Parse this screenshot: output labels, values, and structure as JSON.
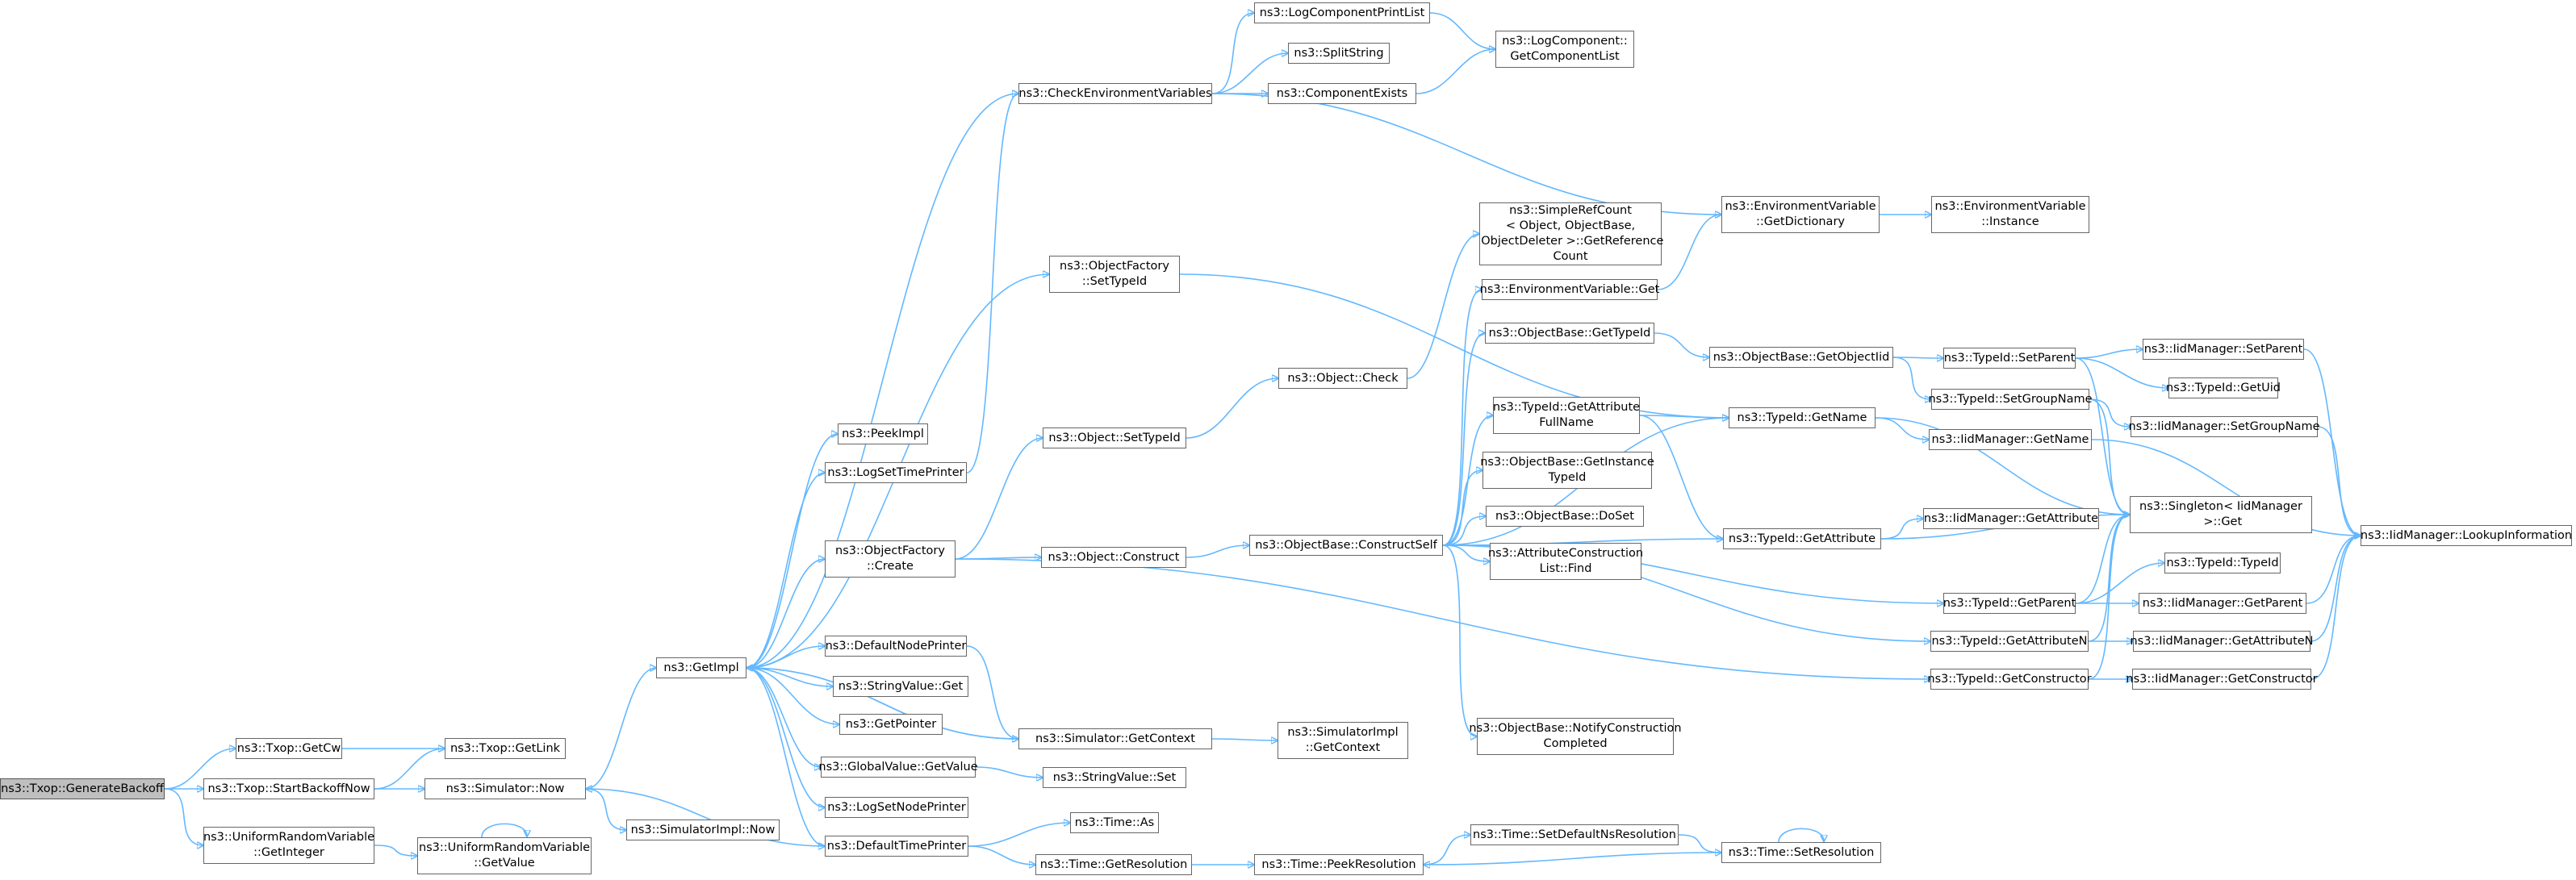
{
  "graph": {
    "edge_color": "#63b8ff",
    "node_border_color": "#666666",
    "root_fill": "#bfbfbf",
    "nodes": {
      "generate_backoff": "ns3::Txop::GenerateBackoff",
      "get_cw": "ns3::Txop::GetCw",
      "start_backoff_now": "ns3::Txop::StartBackoffNow",
      "urv_get_integer": "ns3::UniformRandomVariable\n::GetInteger",
      "get_link": "ns3::Txop::GetLink",
      "simulator_now": "ns3::Simulator::Now",
      "urv_get_value": "ns3::UniformRandomVariable\n::GetValue",
      "get_impl": "ns3::GetImpl",
      "simulatorimpl_now": "ns3::SimulatorImpl::Now",
      "peek_impl": "ns3::PeekImpl",
      "log_set_time_printer": "ns3::LogSetTimePrinter",
      "object_factory_create": "ns3::ObjectFactory\n::Create",
      "default_node_printer": "ns3::DefaultNodePrinter",
      "string_value_get": "ns3::StringValue::Get",
      "get_pointer": "ns3::GetPointer",
      "global_value_get_value": "ns3::GlobalValue::GetValue",
      "log_set_node_printer": "ns3::LogSetNodePrinter",
      "default_time_printer": "ns3::DefaultTimePrinter",
      "check_env_vars": "ns3::CheckEnvironmentVariables",
      "object_factory_set_type_id": "ns3::ObjectFactory\n::SetTypeId",
      "object_set_type_id": "ns3::Object::SetTypeId",
      "object_construct": "ns3::Object::Construct",
      "simulator_get_context": "ns3::Simulator::GetContext",
      "string_value_set": "ns3::StringValue::Set",
      "time_as": "ns3::Time::As",
      "time_get_resolution": "ns3::Time::GetResolution",
      "log_component_print_list": "ns3::LogComponentPrintList",
      "split_string": "ns3::SplitString",
      "component_exists": "ns3::ComponentExists",
      "object_check": "ns3::Object::Check",
      "construct_self": "ns3::ObjectBase::ConstructSelf",
      "simulatorimpl_get_context": "ns3::SimulatorImpl\n::GetContext",
      "time_peek_resolution": "ns3::Time::PeekResolution",
      "log_component_get_list": "ns3::LogComponent::\nGetComponentList",
      "simple_ref_count": "ns3::SimpleRefCount\n< Object, ObjectBase,\n ObjectDeleter >::GetReference\nCount",
      "env_var_get": "ns3::EnvironmentVariable::Get",
      "objectbase_get_type_id": "ns3::ObjectBase::GetTypeId",
      "type_id_get_attribute_full_name": "ns3::TypeId::GetAttribute\nFullName",
      "objectbase_get_instance_type_id": "ns3::ObjectBase::GetInstance\nTypeId",
      "objectbase_do_set": "ns3::ObjectBase::DoSet",
      "attribute_construction_list_find": "ns3::AttributeConstruction\nList::Find",
      "notify_construction_completed": "ns3::ObjectBase::NotifyConstruction\nCompleted",
      "time_set_default_ns_resolution": "ns3::Time::SetDefaultNsResolution",
      "env_var_get_dictionary": "ns3::EnvironmentVariable\n::GetDictionary",
      "objectbase_get_object_iid": "ns3::ObjectBase::GetObjectIid",
      "type_id_get_name": "ns3::TypeId::GetName",
      "type_id_get_attribute": "ns3::TypeId::GetAttribute",
      "time_set_resolution": "ns3::Time::SetResolution",
      "env_var_instance": "ns3::EnvironmentVariable\n::Instance",
      "type_id_set_parent": "ns3::TypeId::SetParent",
      "type_id_set_group_name": "ns3::TypeId::SetGroupName",
      "iid_get_name": "ns3::IidManager::GetName",
      "iid_get_attribute": "ns3::IidManager::GetAttribute",
      "type_id_get_parent": "ns3::TypeId::GetParent",
      "type_id_get_attribute_n": "ns3::TypeId::GetAttributeN",
      "type_id_get_constructor": "ns3::TypeId::GetConstructor",
      "iid_set_parent": "ns3::IidManager::SetParent",
      "type_id_get_uid": "ns3::TypeId::GetUid",
      "iid_set_group_name": "ns3::IidManager::SetGroupName",
      "singleton_get": "ns3::Singleton< IidManager\n >::Get",
      "type_id_type_id": "ns3::TypeId::TypeId",
      "iid_get_parent": "ns3::IidManager::GetParent",
      "iid_get_attribute_n": "ns3::IidManager::GetAttributeN",
      "iid_get_constructor": "ns3::IidManager::GetConstructor",
      "iid_lookup_information": "ns3::IidManager::LookupInformation"
    }
  }
}
